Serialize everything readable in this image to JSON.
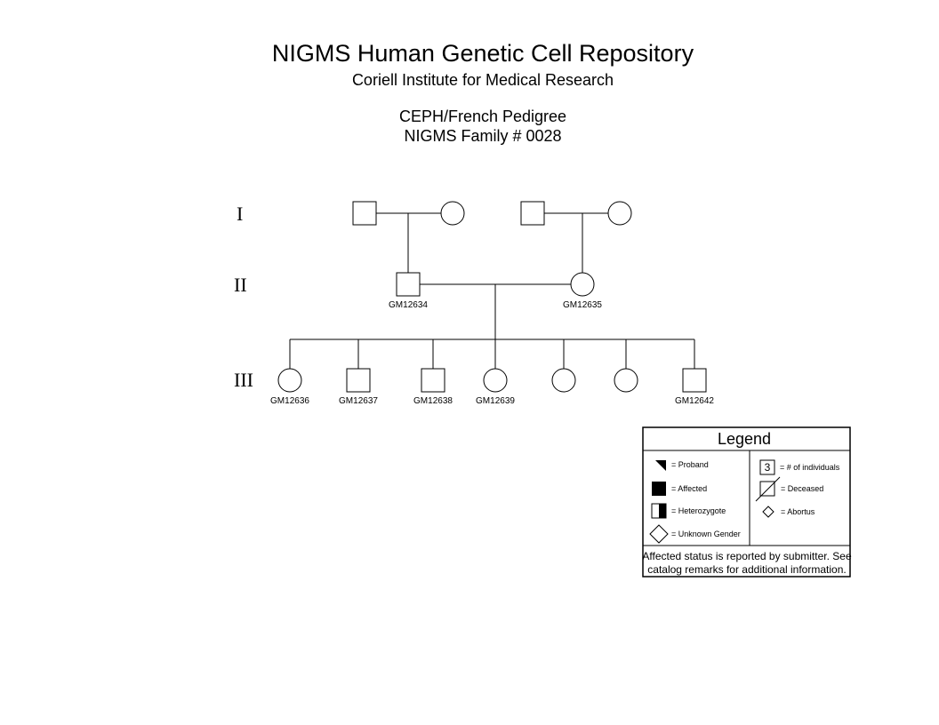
{
  "header": {
    "title": "NIGMS Human Genetic Cell Repository",
    "subtitle": "Coriell Institute for Medical Research",
    "pedigree_name": "CEPH/French Pedigree",
    "family_number": "NIGMS Family # 0028"
  },
  "generations": [
    "I",
    "II",
    "III"
  ],
  "individuals": {
    "gen2_male": "GM12634",
    "gen2_female": "GM12635",
    "gen3_1": "GM12636",
    "gen3_2": "GM12637",
    "gen3_3": "GM12638",
    "gen3_4": "GM12639",
    "gen3_7": "GM12642"
  },
  "legend": {
    "title": "Legend",
    "proband": "= Proband",
    "affected": "= Affected",
    "heterozygote": "= Heterozygote",
    "unknown_gender": "= Unknown Gender",
    "count_example": "3",
    "count_individuals": "= # of individuals",
    "deceased": "= Deceased",
    "abortus": "= Abortus",
    "note_line1": "Affected status is reported by submitter. See",
    "note_line2": "catalog remarks for additional information."
  }
}
